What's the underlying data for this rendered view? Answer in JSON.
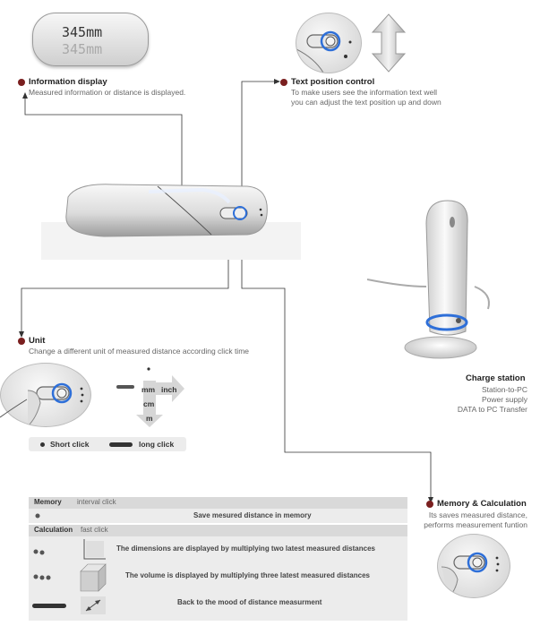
{
  "lcd": {
    "line1": "345mm",
    "line2": "345mm"
  },
  "info_display": {
    "title": "Information display",
    "desc": "Measured information or distance is displayed."
  },
  "text_position": {
    "title": "Text position control",
    "desc1": "To make users see the information text well",
    "desc2": "you can adjust the text position up and down"
  },
  "unit": {
    "title": "Unit",
    "desc": "Change a different unit of measured distance according click time",
    "units": {
      "mm": "mm",
      "inch": "inch",
      "cm": "cm",
      "m": "m"
    },
    "short_click": "Short click",
    "long_click": "long click"
  },
  "charge_station": {
    "title": "Charge station",
    "lines": [
      "Station-to-PC",
      "Power supply",
      "DATA to PC Transfer"
    ]
  },
  "memory_calc": {
    "title": "Memory & Calculation",
    "desc1": "Its saves measured distance,",
    "desc2": "performs measurement funtion"
  },
  "table": {
    "memory": {
      "label": "Memory",
      "sub": "interval click",
      "row": "Save mesured distance in memory"
    },
    "calculation": {
      "label": "Calculation",
      "sub": "fast click",
      "rows": [
        "The dimensions are displayed by multiplying two latest measured distances",
        "The volume is displayed by multiplying three latest measured distances",
        "Back to the mood of distance measurment"
      ]
    }
  }
}
